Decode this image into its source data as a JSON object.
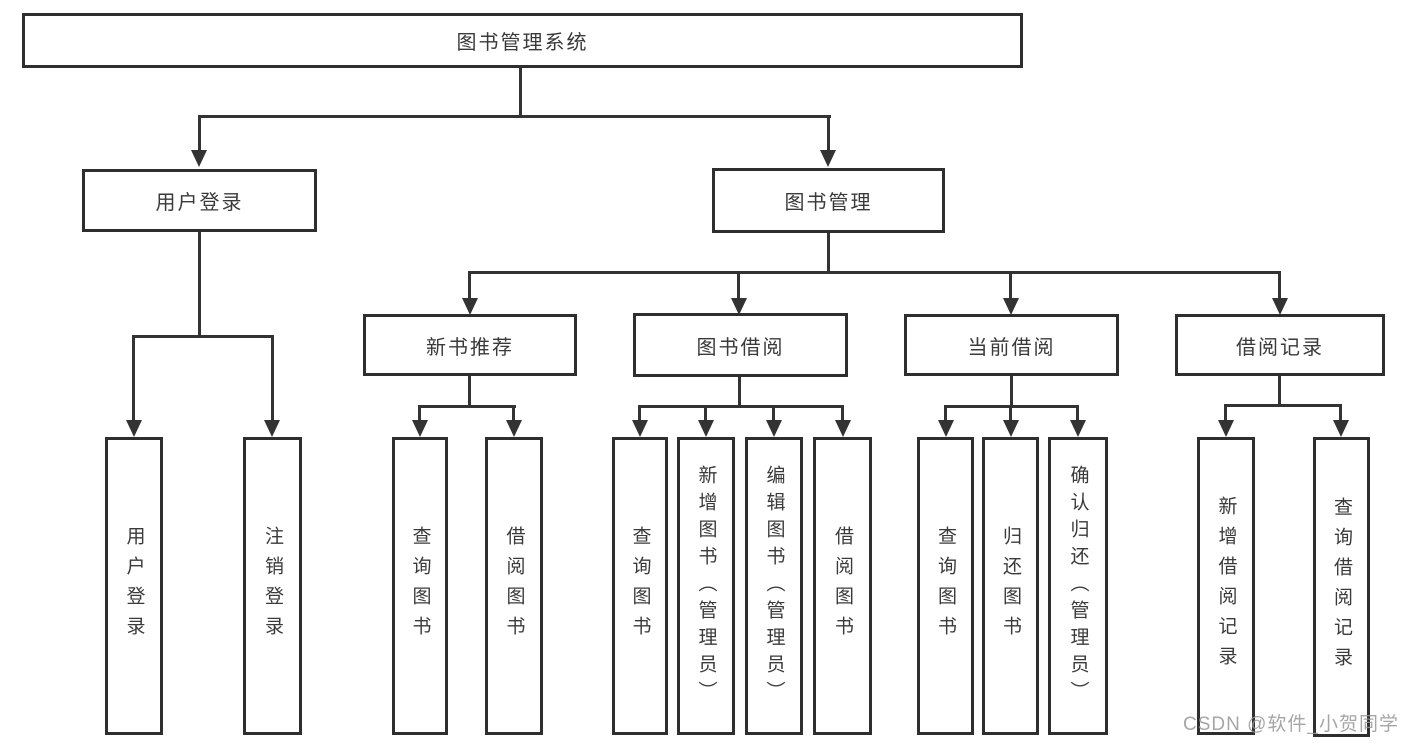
{
  "tree": {
    "root": {
      "label": "图书管理系统",
      "children": [
        {
          "label": "用户登录",
          "children": [
            {
              "label": "用户登录"
            },
            {
              "label": "注销登录"
            }
          ]
        },
        {
          "label": "图书管理",
          "children": [
            {
              "label": "新书推荐",
              "children": [
                {
                  "label": "查询图书"
                },
                {
                  "label": "借阅图书"
                }
              ]
            },
            {
              "label": "图书借阅",
              "children": [
                {
                  "label": "查询图书"
                },
                {
                  "label": "新增图书（管理员）"
                },
                {
                  "label": "编辑图书（管理员）"
                },
                {
                  "label": "借阅图书"
                }
              ]
            },
            {
              "label": "当前借阅",
              "children": [
                {
                  "label": "查询图书"
                },
                {
                  "label": "归还图书"
                },
                {
                  "label": "确认归还（管理员）"
                }
              ]
            },
            {
              "label": "借阅记录",
              "children": [
                {
                  "label": "新增借阅记录"
                },
                {
                  "label": "查询借阅记录"
                }
              ]
            }
          ]
        }
      ]
    }
  },
  "watermark": {
    "text": "CSDN @软件_小贺同学"
  },
  "colors": {
    "line": "#333333",
    "border": "#2e2e2e",
    "background": "#ffffff",
    "text": "#3a3a3a",
    "watermark": "#969696"
  }
}
